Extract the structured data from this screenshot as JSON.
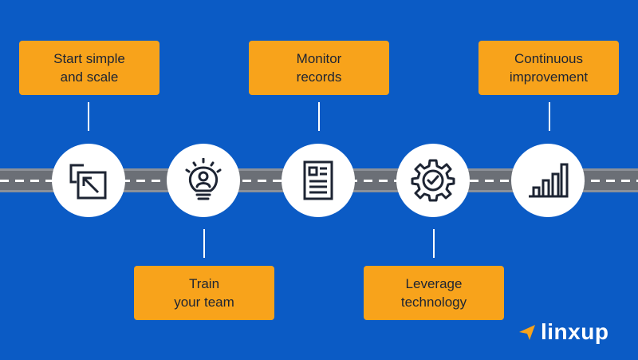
{
  "steps": [
    {
      "icon": "resize-scale-icon",
      "lines": [
        "Start simple",
        "and scale"
      ],
      "position": "top"
    },
    {
      "icon": "lightbulb-person-icon",
      "lines": [
        "Train",
        "your team"
      ],
      "position": "bottom"
    },
    {
      "icon": "document-records-icon",
      "lines": [
        "Monitor",
        "records"
      ],
      "position": "top"
    },
    {
      "icon": "gear-check-icon",
      "lines": [
        "Leverage",
        "technology"
      ],
      "position": "bottom"
    },
    {
      "icon": "bar-chart-icon",
      "lines": [
        "Continuous",
        "improvement"
      ],
      "position": "top"
    }
  ],
  "brand": {
    "name": "linxup",
    "accent": "#f8a31b",
    "background": "#0b5bc5"
  }
}
